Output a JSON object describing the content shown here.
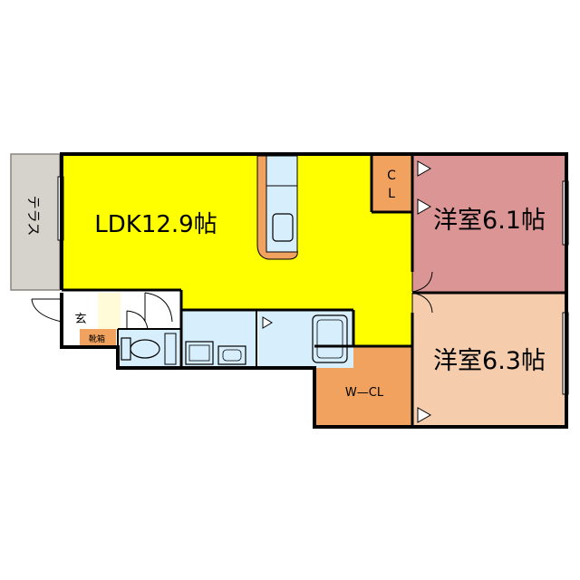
{
  "rooms": {
    "ldk": "LDK12.9帖",
    "western1": "洋室6.1帖",
    "western2": "洋室6.3帖",
    "closet_c": "C",
    "closet_l": "L",
    "walkin_closet": "W—CL",
    "entrance": "玄",
    "shoe_box": "靴箱",
    "terrace": "テラス"
  },
  "colors": {
    "ldk": "#ffff00",
    "western1": "#dc9595",
    "western2": "#f5ccac",
    "closet": "#f1a25f",
    "wet_area": "#d7eefc",
    "terrace": "#d6d2cc",
    "wall": "#000000"
  }
}
